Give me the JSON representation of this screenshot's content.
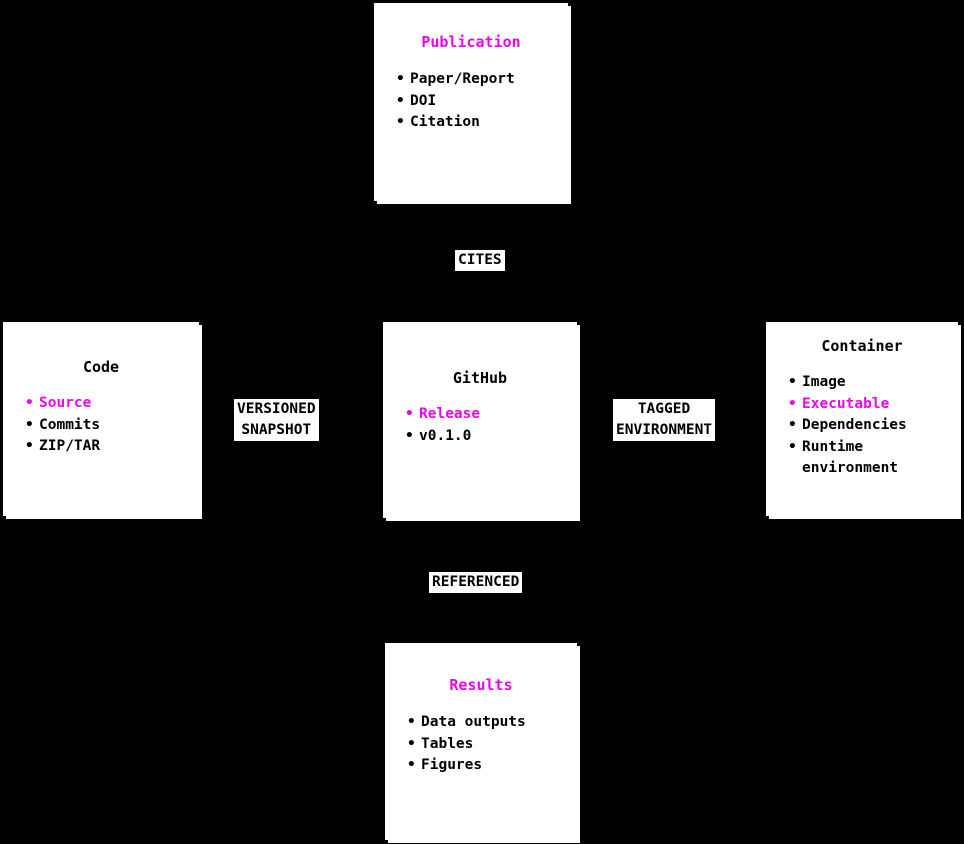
{
  "diagram": {
    "type": "node-link-diagram",
    "background": "#000000",
    "accent_color": "#e906e9",
    "node_fill": "#ffffff",
    "nodes": [
      {
        "id": "publication",
        "title": "Publication",
        "title_color": "#e906e9",
        "items": [
          {
            "text": "Paper/Report",
            "color": "#000000"
          },
          {
            "text": "DOI",
            "color": "#000000"
          },
          {
            "text": "Citation",
            "color": "#000000"
          }
        ]
      },
      {
        "id": "code",
        "title": "Code",
        "title_color": "#000000",
        "items": [
          {
            "text": "Source",
            "color": "#e906e9"
          },
          {
            "text": "Commits",
            "color": "#000000"
          },
          {
            "text": "ZIP/TAR",
            "color": "#000000"
          }
        ]
      },
      {
        "id": "github",
        "title": "GitHub",
        "title_color": "#000000",
        "items": [
          {
            "text": "Release",
            "color": "#e906e9"
          },
          {
            "text": "v0.1.0",
            "color": "#000000"
          }
        ]
      },
      {
        "id": "container",
        "title": "Container",
        "title_color": "#000000",
        "items": [
          {
            "text": "Image",
            "color": "#000000"
          },
          {
            "text": "Executable",
            "color": "#e906e9"
          },
          {
            "text": "Dependencies",
            "color": "#000000"
          },
          {
            "text": "Runtime\nenvironment",
            "color": "#000000"
          }
        ]
      },
      {
        "id": "results",
        "title": "Results",
        "title_color": "#e906e9",
        "items": [
          {
            "text": "Data outputs",
            "color": "#000000"
          },
          {
            "text": "Tables",
            "color": "#000000"
          },
          {
            "text": "Figures",
            "color": "#000000"
          }
        ]
      }
    ],
    "edges": [
      {
        "id": "cites",
        "label": "CITES",
        "from": "github",
        "to": "publication"
      },
      {
        "id": "versioned",
        "label": "VERSIONED\nSNAPSHOT",
        "from": "code",
        "to": "github"
      },
      {
        "id": "tagged",
        "label": "TAGGED\nENVIRONMENT",
        "from": "github",
        "to": "container"
      },
      {
        "id": "referenced",
        "label": "REFERENCED",
        "from": "github",
        "to": "results"
      }
    ]
  }
}
